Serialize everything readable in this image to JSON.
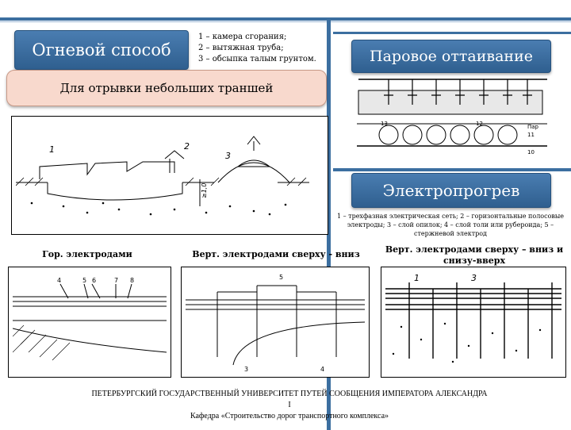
{
  "titles": {
    "fire": "Огневой способ",
    "steam": "Паровое оттаивание",
    "electric": "Электропрогрев"
  },
  "fire_legend": [
    "1 – камера сгорания;",
    "2 – вытяжная труба;",
    "3 – обсыпка талым грунтом."
  ],
  "trench_banner": "Для отрывки небольших траншей",
  "electric_legend": "1 – трехфазная электрическая сеть; 2 – горизонтальные полосовые электроды; 3 – слой опилок; 4 – слой толи или рубероида; 5 – стержневой электрод",
  "captions": {
    "horizontal": "Гор. электродами",
    "vertical": "Верт. электродами сверху - вниз",
    "both": "Верт. электродами сверху – вниз и снизу-вверх"
  },
  "figure_labels": {
    "fire": [
      "1",
      "2",
      "3",
      "≥1,0"
    ],
    "hor": [
      "4",
      "5",
      "6",
      "7",
      "8"
    ],
    "vert": [
      "5",
      "3",
      "4"
    ],
    "both": [
      "1",
      "3"
    ],
    "steam": [
      "13",
      "12",
      "11",
      "10",
      "Пар"
    ]
  },
  "footer": {
    "line1": "ПЕТЕРБУРГСКИЙ ГОСУДАРСТВЕННЫЙ УНИВЕРСИТЕТ ПУТЕЙ СООБЩЕНИЯ ИМПЕРАТОРА АЛЕКСАНДРА",
    "line2": "I",
    "line3": "Кафедра «Строительство дорог транспортного комплекса»"
  },
  "colors": {
    "accent": "#3c6fa0",
    "banner": "#f8d9cd"
  }
}
